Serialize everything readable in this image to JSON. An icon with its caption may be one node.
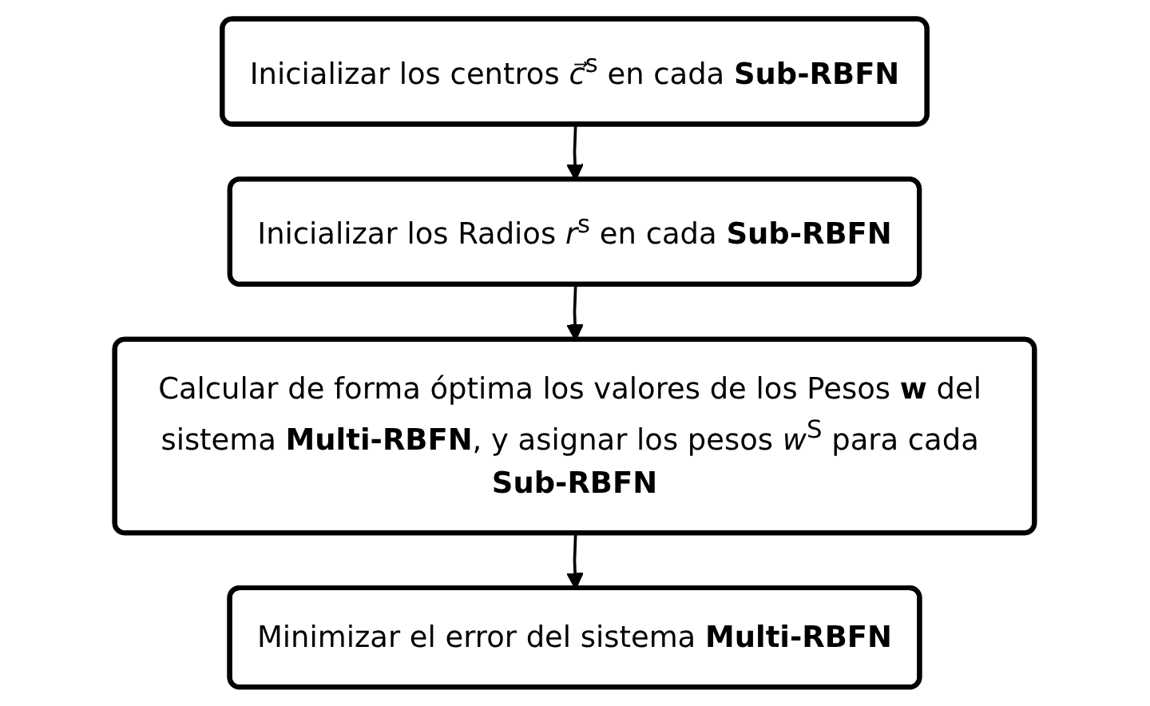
{
  "diagram": {
    "nodes": [
      {
        "text": [
          "Inicializar los centros *c⃗*$^{s}$ en cada **Sub-RBFN**"
        ]
      },
      {
        "text": [
          "Inicializar los Radios *r*$^{s}$ en cada **Sub-RBFN**"
        ]
      },
      {
        "text": [
          "Calcular de forma óptima los valores de los Pesos **w** del sistema **Multi-RBFN**, y asignar los pesos *w*$^{S}$ para cada **Sub-RBFN**"
        ]
      },
      {
        "text": [
          "Minimizar el error del sistema **Multi-RBFN**"
        ]
      }
    ],
    "edges": [
      {
        "from": 0,
        "to": 1,
        "arrow": "to"
      },
      {
        "from": 1,
        "to": 2,
        "arrow": "to"
      },
      {
        "from": 2,
        "to": 3,
        "arrow": "to"
      }
    ]
  }
}
